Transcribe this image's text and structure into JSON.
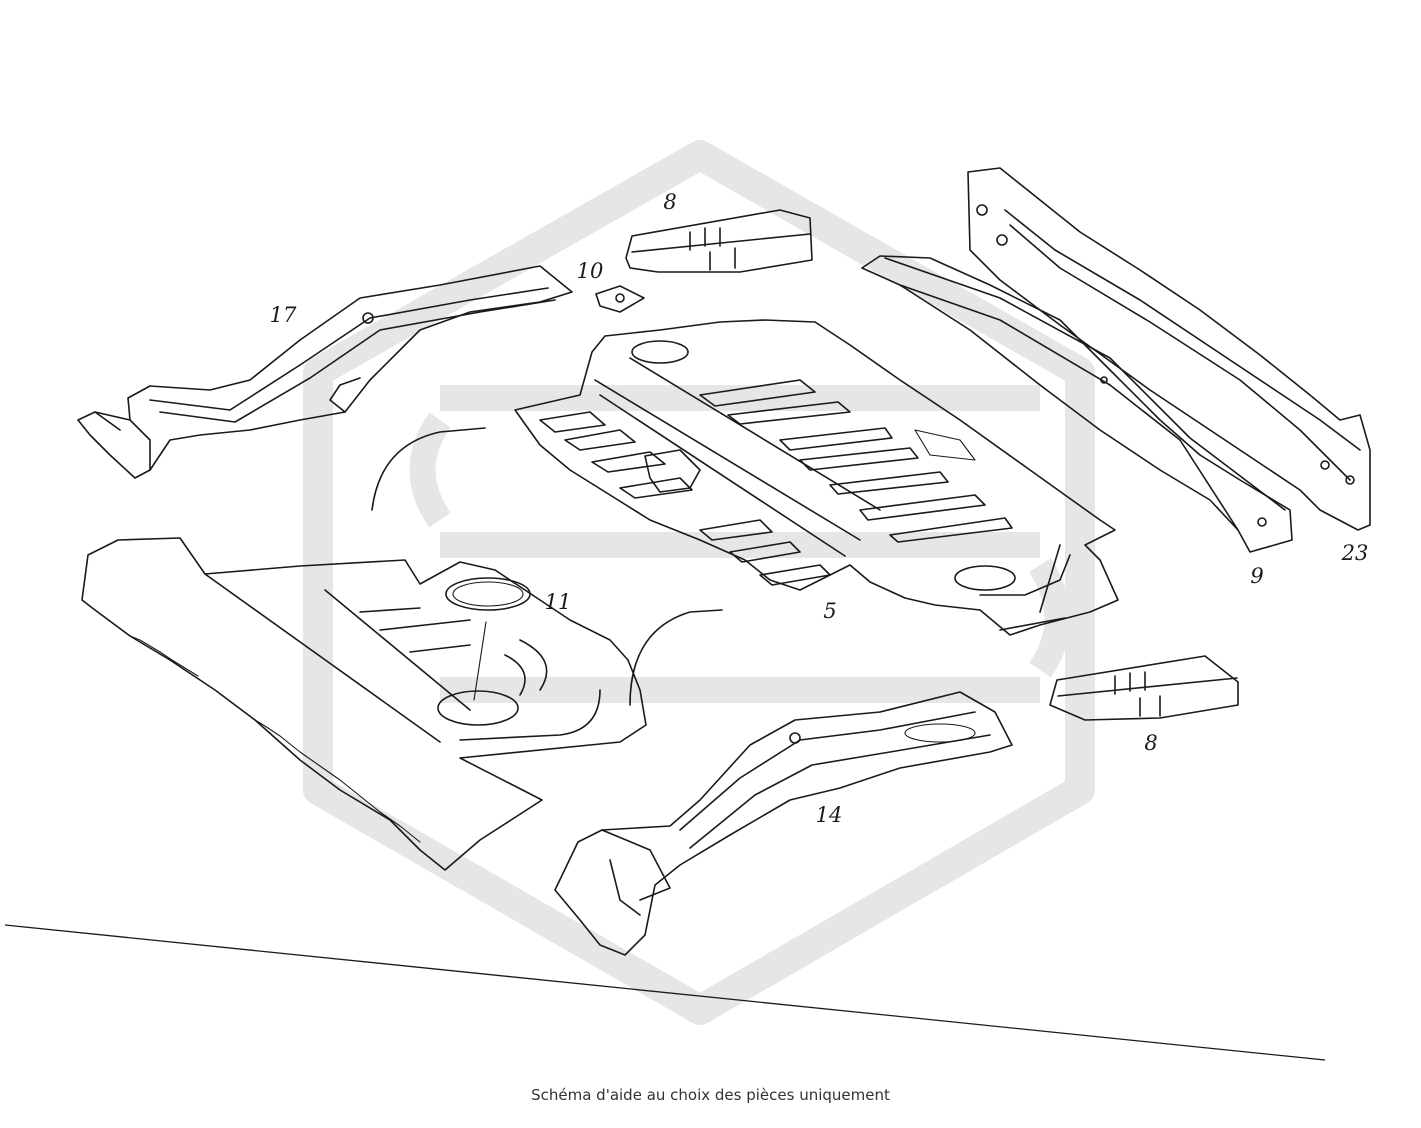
{
  "caption": "Schéma d'aide au choix des pièces uniquement",
  "callouts": [
    "8",
    "10",
    "17",
    "9",
    "23",
    "11",
    "5",
    "8",
    "14"
  ],
  "colors": {
    "line": "#1a1a1a",
    "watermark": "#e6e6e6",
    "background": "#ffffff"
  }
}
